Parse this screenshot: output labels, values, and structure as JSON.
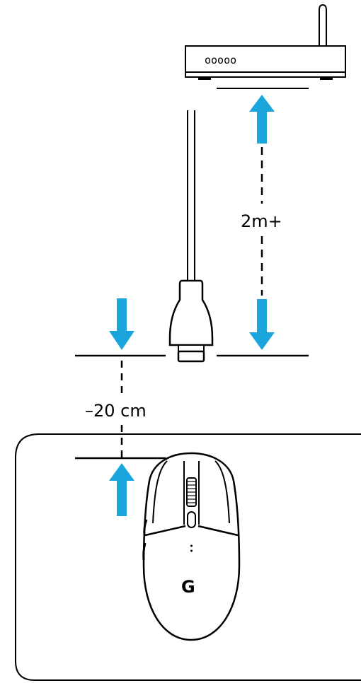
{
  "diagram": {
    "router_indicator": "ooooo",
    "router_distance_label": "2m+",
    "receiver_distance_label": "–20 cm",
    "mouse_logo": "G"
  },
  "colors": {
    "arrow": "#1aa6dc",
    "line": "#000000",
    "background": "#ffffff"
  },
  "icons": {
    "router": "wifi-router-icon",
    "receiver": "usb-receiver-extender-icon",
    "mouse": "gaming-mouse-icon",
    "mousepad": "mousepad-outline"
  }
}
